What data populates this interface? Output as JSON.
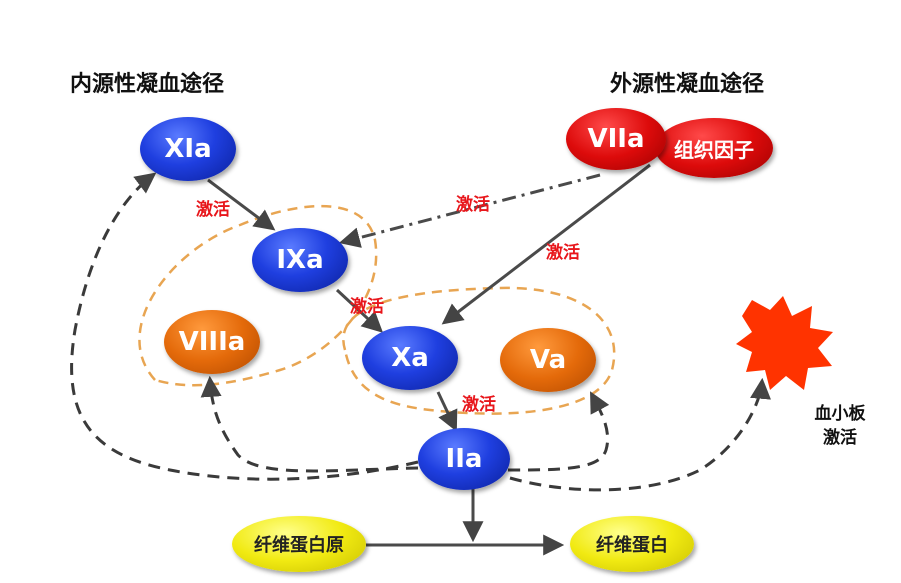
{
  "titles": {
    "intrinsic": "内源性凝血途径",
    "extrinsic": "外源性凝血途径"
  },
  "nodes": {
    "xia": "XIa",
    "ixa": "IXa",
    "viiia": "VIIIa",
    "xa": "Xa",
    "va": "Va",
    "iia": "IIa",
    "viia": "VIIa",
    "tissue_factor": "组织因子",
    "fibrinogen": "纤维蛋白原",
    "fibrin": "纤维蛋白"
  },
  "activation_labels": {
    "xia_to_ixa": "激活",
    "viia_dashdot": "激活",
    "viia_to_xa": "激活",
    "ixa_to_xa": "激活",
    "xa_to_iia": "激活"
  },
  "platelet": {
    "line1": "血小板",
    "line2": "激活"
  },
  "colors": {
    "arrow": "#4a4a4a",
    "dashed_circle": "#e8a552",
    "activation_text": "#e8161b",
    "platelet": "#ff3300",
    "blue_node": "#1f3fe0",
    "orange_node": "#e46a0a",
    "red_node": "#dd0b0b",
    "yellow_node": "#f1ea12"
  }
}
